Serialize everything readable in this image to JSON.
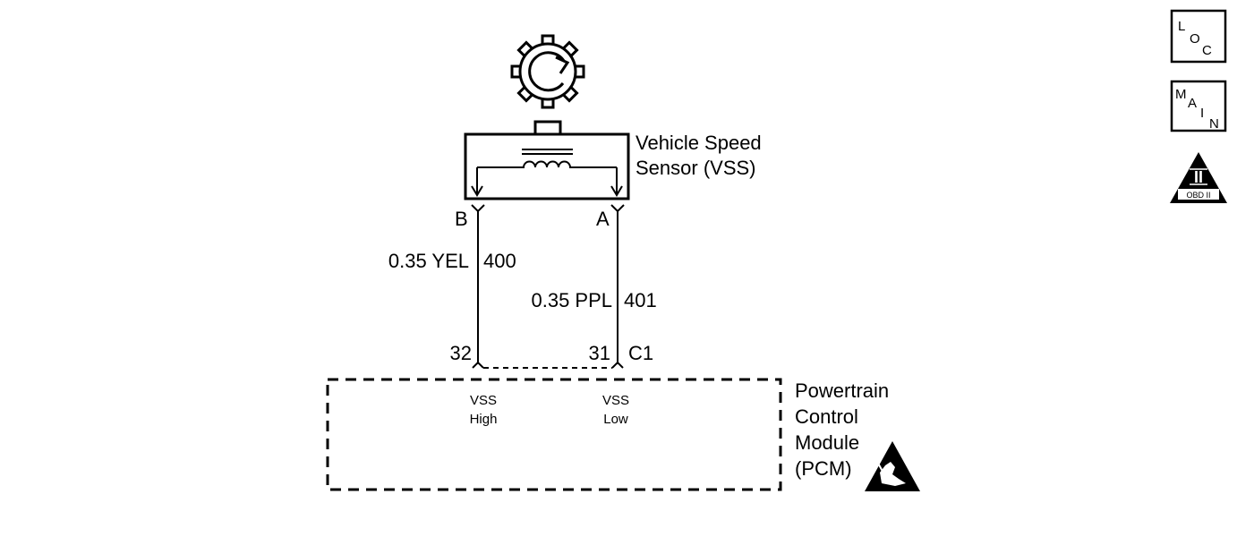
{
  "sensor": {
    "name_line1": "Vehicle Speed",
    "name_line2": "Sensor (VSS)",
    "terminal_b": "B",
    "terminal_a": "A"
  },
  "wires": [
    {
      "gauge_color": "0.35 YEL",
      "circuit": "400"
    },
    {
      "gauge_color": "0.35 PPL",
      "circuit": "401"
    }
  ],
  "pcm": {
    "pin_high": "32",
    "pin_low": "31",
    "connector": "C1",
    "input_high_line1": "VSS",
    "input_high_line2": "High",
    "input_low_line1": "VSS",
    "input_low_line2": "Low",
    "name_line1": "Powertrain",
    "name_line2": "Control",
    "name_line3": "Module",
    "name_line4": "(PCM)"
  },
  "side_icons": {
    "loc": {
      "l": "L",
      "o": "O",
      "c": "C"
    },
    "main": {
      "m": "M",
      "a": "A",
      "i": "I",
      "n": "N"
    },
    "obd": {
      "numeral": "II",
      "label": "OBD II"
    }
  },
  "icons": [
    "reluctor-wheel-icon",
    "esd-sensitive-icon",
    "location-icon",
    "main-menu-icon",
    "obd-ii-icon"
  ]
}
